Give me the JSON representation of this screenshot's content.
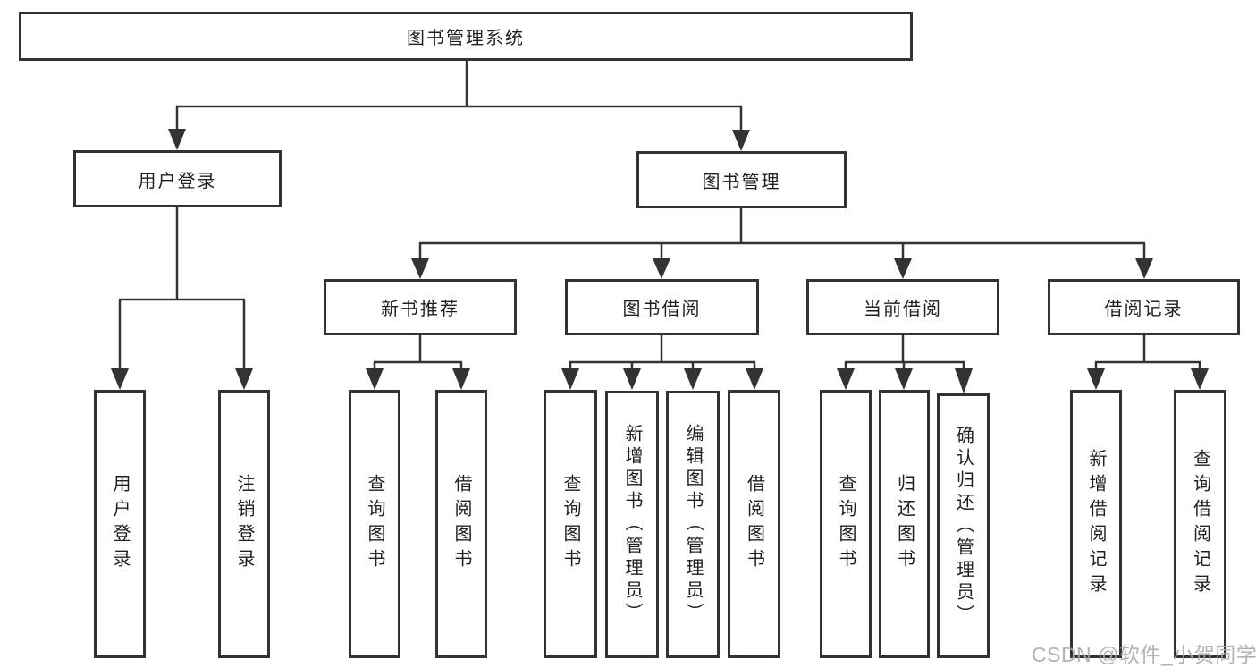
{
  "root": {
    "label": "图书管理系统",
    "children": [
      {
        "label": "用户登录",
        "children": [
          {
            "label": "用户登录"
          },
          {
            "label": "注销登录"
          }
        ]
      },
      {
        "label": "图书管理",
        "children": [
          {
            "label": "新书推荐",
            "children": [
              {
                "label": "查询图书"
              },
              {
                "label": "借阅图书"
              }
            ]
          },
          {
            "label": "图书借阅",
            "children": [
              {
                "label": "查询图书"
              },
              {
                "label": "新增图书（管理员）"
              },
              {
                "label": "编辑图书（管理员）"
              },
              {
                "label": "借阅图书"
              }
            ]
          },
          {
            "label": "当前借阅",
            "children": [
              {
                "label": "查询图书"
              },
              {
                "label": "归还图书"
              },
              {
                "label": "确认归还（管理员）"
              }
            ]
          },
          {
            "label": "借阅记录",
            "children": [
              {
                "label": "新增借阅记录"
              },
              {
                "label": "查询借阅记录"
              }
            ]
          }
        ]
      }
    ]
  },
  "watermark": {
    "text": "CSDN @软件_小贺同学"
  },
  "colors": {
    "line": "#333333",
    "text": "#1f1f1f",
    "background": "#ffffff",
    "watermark": "#a7a7a7"
  }
}
